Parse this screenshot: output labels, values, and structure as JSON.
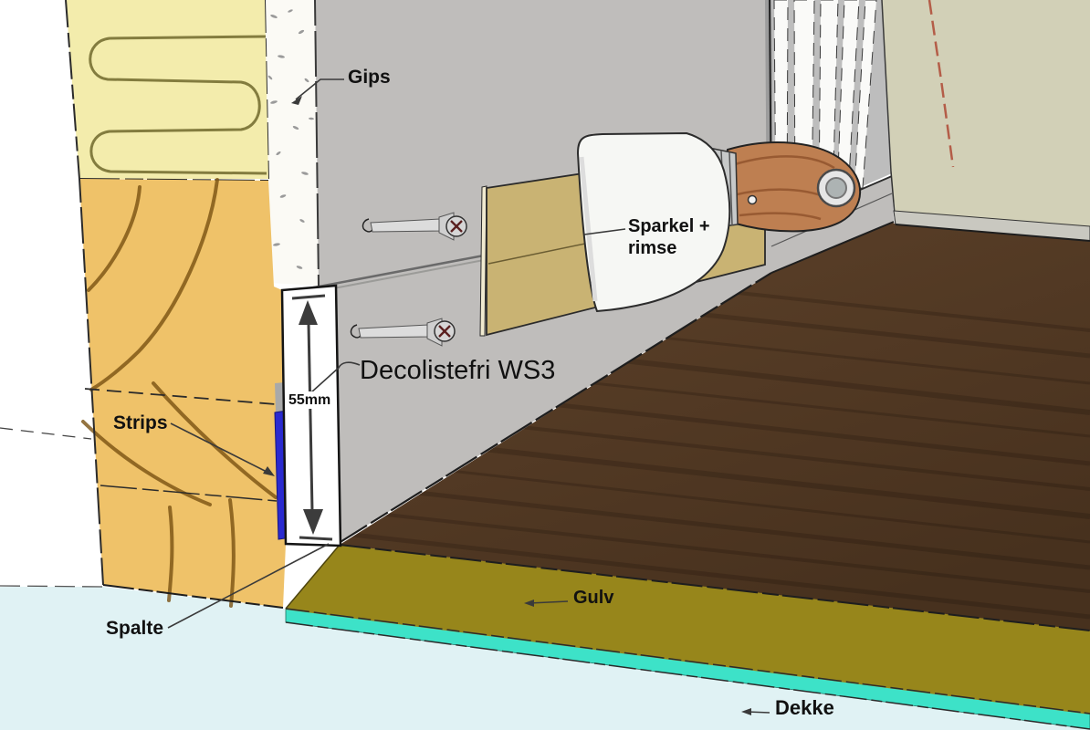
{
  "title": "Decolist WS3 wall-floor construction detail",
  "labels": {
    "gips": "Gips",
    "sparkel_line1": "Sparkel +",
    "sparkel_line2": "rimse",
    "decolist": "Decolistefri WS3",
    "dimension": "55mm",
    "strips": "Strips",
    "spalte": "Spalte",
    "gulv": "Gulv",
    "dekke": "Dekke"
  },
  "colors": {
    "background": "#ffffff",
    "insulation": "#f3ecac",
    "insulation_coil": "#6e682b",
    "stud": "#efc269",
    "stud_grain": "#7a5212",
    "plaster": "#fbfaf5",
    "gips_wall": "#bfbdbb",
    "ws3_face": "#ffffff",
    "strips_blue": "#2a2acf",
    "rimse": "#c9b373",
    "rimse_edge": "#f0ead0",
    "blade": "#f6f7f4",
    "ferrule": "#c7c9c9",
    "handle": "#be7f51",
    "stripes_base": "#bdbdbd",
    "stripe_white": "#fafaf8",
    "back_wall": "#d2d0b7",
    "skirting": "#c9c8c0",
    "laser_red": "#b0503c",
    "parquet_dark": "#47311e",
    "parquet_light": "#5e422a",
    "gulv_edge": "#97861b",
    "membrane_cyan": "#3de2c8",
    "deck": "#e0f2f4",
    "label_text": "#111111",
    "outline": "#2b2b2b"
  }
}
